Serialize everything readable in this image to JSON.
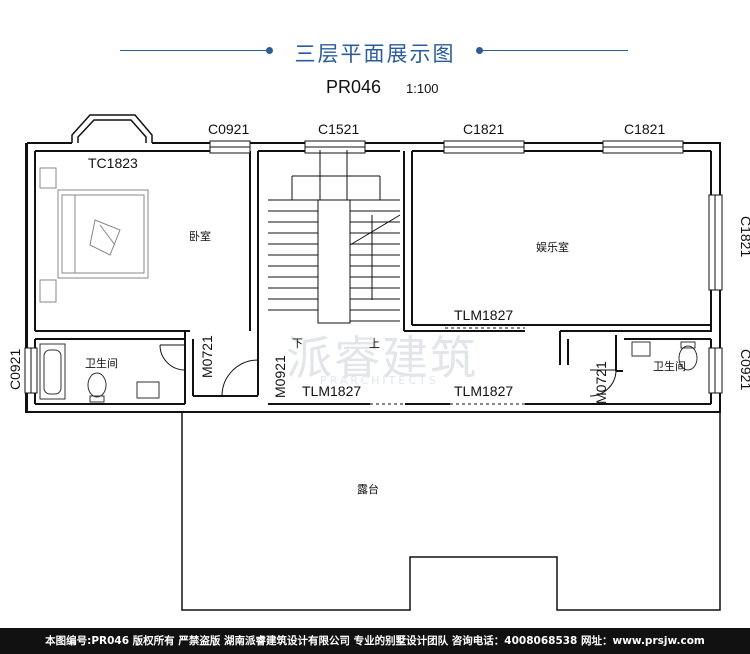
{
  "header": {
    "title": "三层平面展示图",
    "plan_code": "PR046",
    "scale": "1:100"
  },
  "labels": {
    "window_tc1823": "TC1823",
    "window_c0921_top": "C0921",
    "window_c1521": "C1521",
    "window_c1821_a": "C1821",
    "window_c1821_b": "C1821",
    "window_c1821_right": "C1821",
    "window_c0921_left": "C0921",
    "window_c0921_right": "C0921",
    "door_tlm1827_rec": "TLM1827",
    "door_tlm1827_a": "TLM1827",
    "door_tlm1827_b": "TLM1827",
    "door_m0721_left": "M0721",
    "door_m0921": "M0921",
    "door_m0721_right": "M0721",
    "stair_down": "下",
    "stair_up": "上"
  },
  "rooms": {
    "bedroom": "卧室",
    "recreation": "娱乐室",
    "bathroom_left": "卫生间",
    "bathroom_right": "卫生间",
    "terrace": "露台"
  },
  "watermark": {
    "name": "派睿建筑",
    "english": "PRARCHITECTS"
  },
  "footer": {
    "text": "本图编号:PR046 版权所有 严禁盗版 湖南派睿建筑设计有限公司 专业的别墅设计团队 咨询电话：4008068538 网址：www.prsjw.com"
  },
  "colors": {
    "title_blue": "#2a5d9a",
    "wall": "#111111",
    "footer_bg": "#111111"
  }
}
